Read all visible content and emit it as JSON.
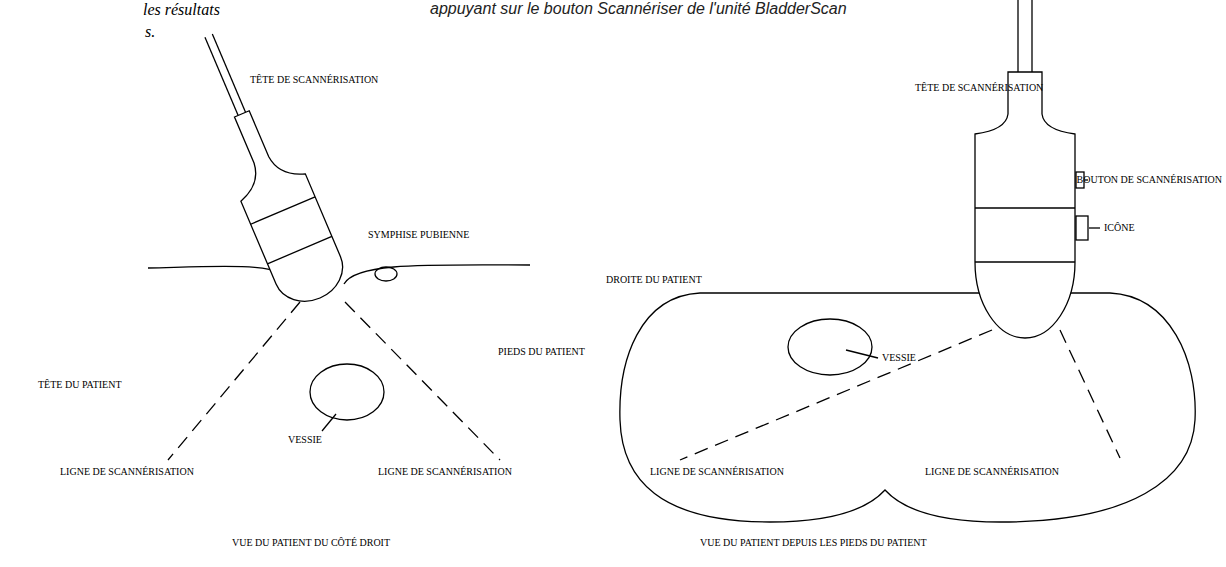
{
  "diagram": {
    "labels": [
      "appuyant sur le bouton Scannériser de l'unité BladderScan",
      "les résultats",
      "s.",
      "TÊTE DE SCANNÉRISATION",
      "SYMPHISE PUBIENNE",
      "TÊTE DU PATIENT",
      "VESSIE",
      "PIEDS DU PATIENT",
      "LIGNE DE SCANNÉRISATION",
      "LIGNE DE SCANNÉRISATION",
      "VUE DU PATIENT DU CÔTÉ DROIT",
      "TÊTE DE SCANNÉRISATION",
      "BOUTON DE SCANNÉRISATION",
      "ICÔNE",
      "DROITE DU PATIENT",
      "VESSIE",
      "LIGNE DE SCANNÉRISATION",
      "LIGNE DE SCANNÉRISATION",
      "VUE DU PATIENT DEPUIS LES PIEDS DU PATIENT"
    ]
  }
}
